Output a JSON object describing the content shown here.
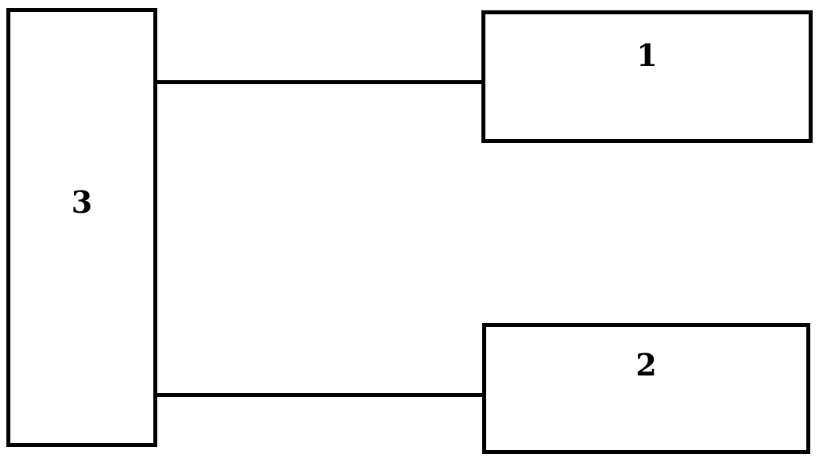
{
  "diagram": {
    "type": "block-diagram",
    "background_color": "#ffffff",
    "stroke_color": "#000000",
    "boxes": [
      {
        "id": "1",
        "label": "1",
        "position": "top-right"
      },
      {
        "id": "2",
        "label": "2",
        "position": "bottom-right"
      },
      {
        "id": "3",
        "label": "3",
        "position": "left-tall"
      }
    ],
    "connectors": [
      {
        "from": "3",
        "to": "1",
        "orientation": "horizontal"
      },
      {
        "from": "3",
        "to": "2",
        "orientation": "horizontal"
      }
    ]
  }
}
